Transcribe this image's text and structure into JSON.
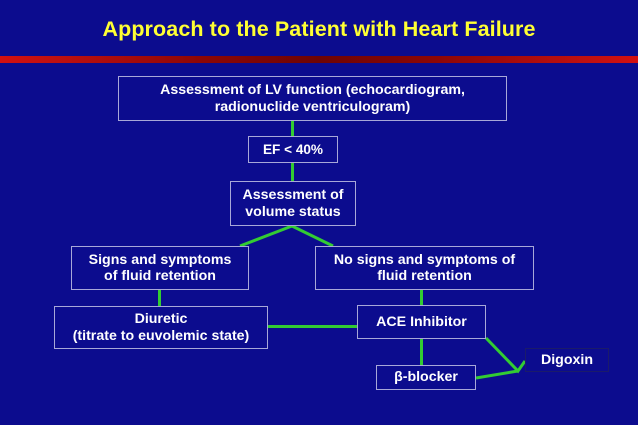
{
  "slide": {
    "title": "Approach to the Patient with Heart Failure",
    "background_color": "#0c0c8e",
    "title_color": "#ffff33",
    "rule_color": "#c01010",
    "box_border_color": "#a8a8d8",
    "box_text_color": "#ffffff",
    "connector_color": "#33cc33"
  },
  "flowchart": {
    "nodes": [
      {
        "id": "assessment-lv-function",
        "line1": "Assessment of LV function (echocardiogram,",
        "line2": "radionuclide ventriculogram)"
      },
      {
        "id": "ef-threshold",
        "line1": "EF < 40%"
      },
      {
        "id": "assessment-volume-status",
        "line1": "Assessment of",
        "line2": "volume status"
      },
      {
        "id": "signs-fluid-retention",
        "line1": "Signs and symptoms",
        "line2": "of fluid retention"
      },
      {
        "id": "no-signs-fluid-retention",
        "line1": "No signs and symptoms of",
        "line2": "fluid retention"
      },
      {
        "id": "diuretic",
        "line1": "Diuretic",
        "line2": "(titrate to euvolemic state)"
      },
      {
        "id": "ace-inhibitor",
        "line1": "ACE Inhibitor"
      },
      {
        "id": "beta-blocker",
        "line1": "β-blocker"
      },
      {
        "id": "digoxin",
        "line1": "Digoxin"
      }
    ]
  }
}
